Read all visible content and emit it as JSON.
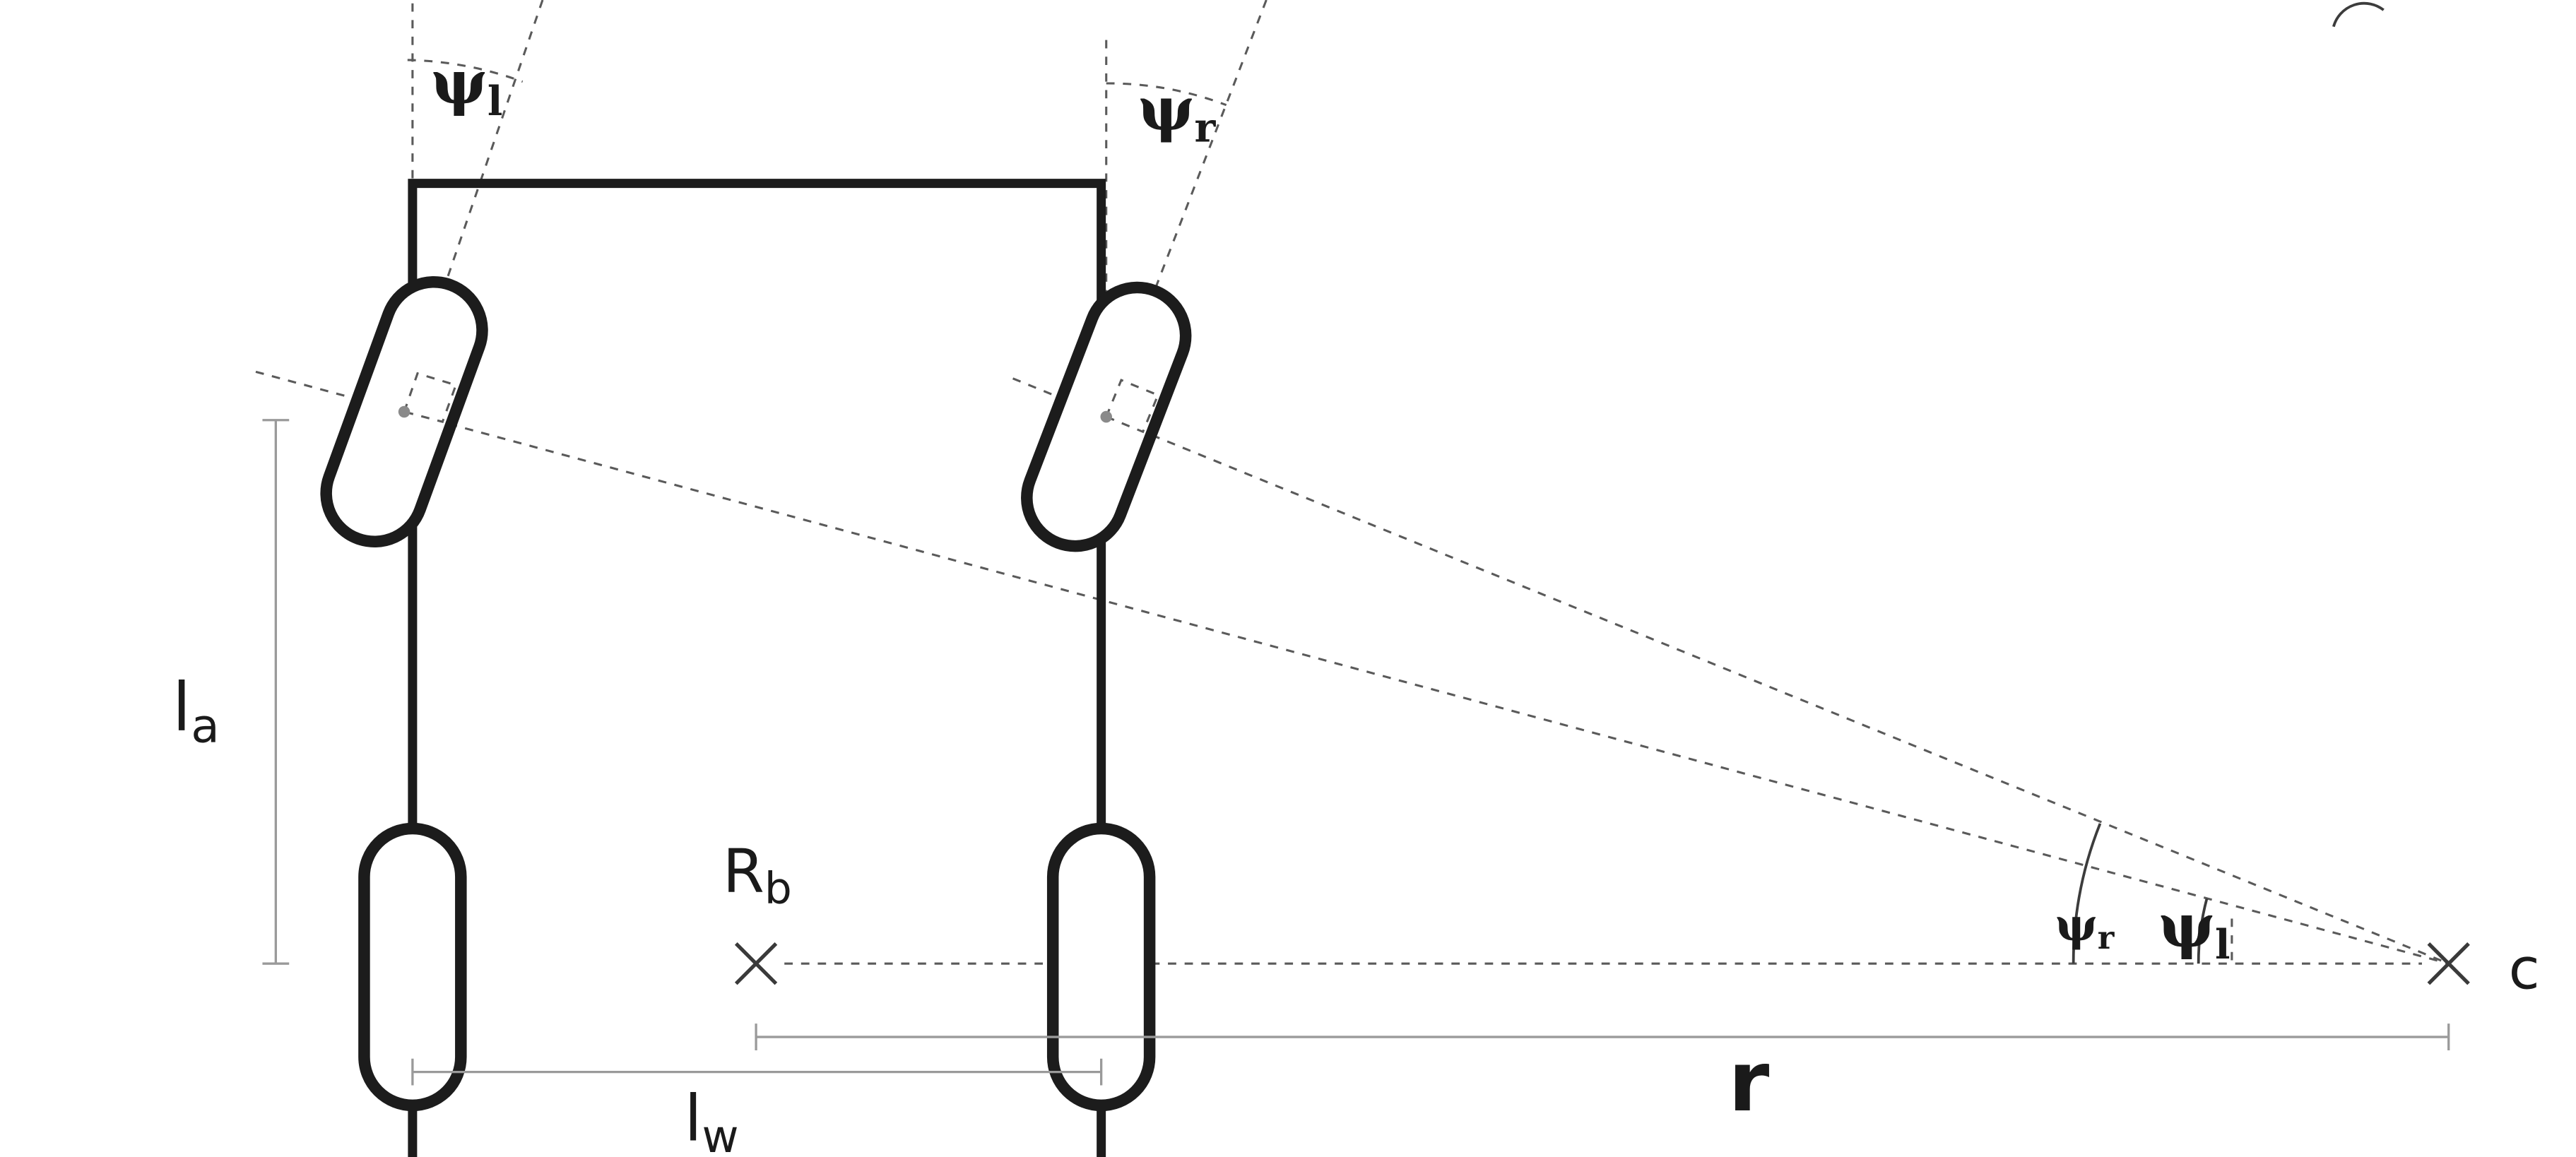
{
  "palette": {
    "line": "#1c1c1c",
    "dashed": "#5a5a5a",
    "dimension": "#9a9a9a",
    "text": "#1a1a1a"
  },
  "labels": {
    "steer_left_top": {
      "base": "ψ",
      "sub": "l"
    },
    "steer_right_top": {
      "base": "ψ",
      "sub": "r"
    },
    "axle_distance": {
      "base": "l",
      "sub": "a"
    },
    "rear_axle_point": {
      "base": "R",
      "sub": "b"
    },
    "track_width": {
      "base": "l",
      "sub": "w"
    },
    "turn_radius": "r",
    "turn_center": "c",
    "center_angle_right": {
      "base": "ψ",
      "sub": "r"
    },
    "center_angle_left": {
      "base": "ψ",
      "sub": "l"
    }
  }
}
